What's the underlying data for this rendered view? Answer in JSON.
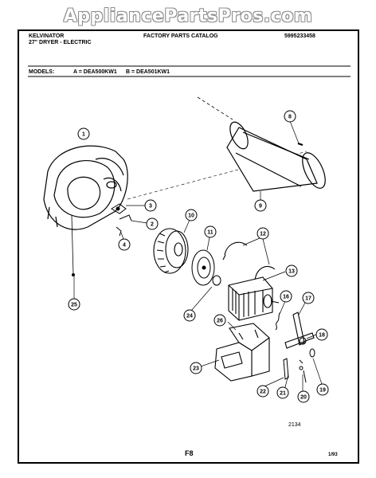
{
  "watermark": "AppliancePartsPros.com",
  "header": {
    "brand": "KELVINATOR",
    "product": "27\" DRYER - ELECTRIC",
    "catalog": "FACTORY PARTS CATALOG",
    "part_number": "5995233458"
  },
  "models": {
    "label": "MODELS:",
    "a": "A = DEA500KW1",
    "b": "B = DEA501KW1"
  },
  "callouts": [
    "1",
    "2",
    "3",
    "4",
    "8",
    "9",
    "10",
    "11",
    "12",
    "13",
    "16",
    "17",
    "18",
    "19",
    "20",
    "21",
    "22",
    "23",
    "24",
    "25",
    "26"
  ],
  "footer": {
    "diagram_no": "2134",
    "page": "F8",
    "date": "1/93"
  },
  "colors": {
    "ink": "#000000",
    "paper": "#ffffff"
  }
}
